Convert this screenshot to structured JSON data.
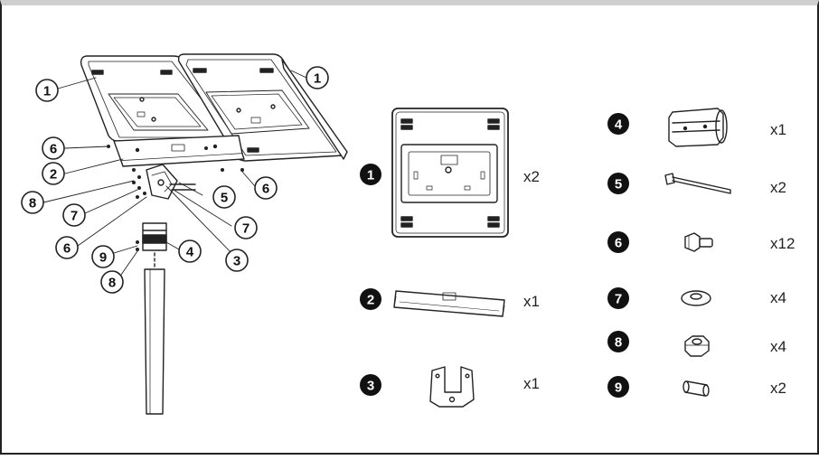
{
  "exploded_view": {
    "callouts": [
      "1",
      "1",
      "6",
      "2",
      "8",
      "7",
      "6",
      "9",
      "8",
      "5",
      "6",
      "7",
      "3",
      "4"
    ]
  },
  "parts": [
    {
      "number": "1",
      "icon": "solar-panel-icon",
      "quantity": "x2"
    },
    {
      "number": "2",
      "icon": "mounting-rail-icon",
      "quantity": "x1"
    },
    {
      "number": "3",
      "icon": "u-bracket-icon",
      "quantity": "x1"
    },
    {
      "number": "4",
      "icon": "pole-clamp-icon",
      "quantity": "x1"
    },
    {
      "number": "5",
      "icon": "long-bolt-icon",
      "quantity": "x2"
    },
    {
      "number": "6",
      "icon": "hex-bolt-icon",
      "quantity": "x12"
    },
    {
      "number": "7",
      "icon": "washer-icon",
      "quantity": "x4"
    },
    {
      "number": "8",
      "icon": "hex-nut-icon",
      "quantity": "x4"
    },
    {
      "number": "9",
      "icon": "spacer-icon",
      "quantity": "x2"
    }
  ],
  "colors": {
    "line": "#222222",
    "badge": "#111111",
    "frame_top": "#cfcfcf"
  }
}
